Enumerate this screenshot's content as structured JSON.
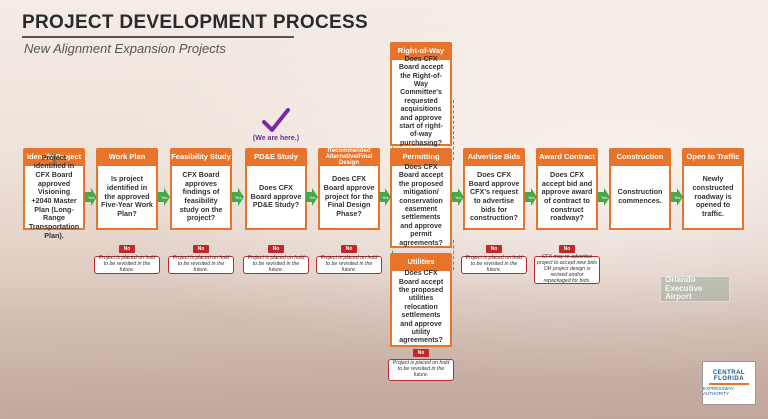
{
  "header": {
    "title": "PROJECT DEVELOPMENT PROCESS",
    "subtitle": "New Alignment Expansion Projects"
  },
  "marker": {
    "label": "(We are here.)",
    "icon": "checkmark-icon",
    "color": "#6a2a9a"
  },
  "labels": {
    "yes": "Yes",
    "no": "No"
  },
  "stages": [
    {
      "id": "identify",
      "title": "Identify Project",
      "text": "Project identified in CFX Board approved Visioning +2040 Master Plan (Long-Range Transportation Plan)."
    },
    {
      "id": "work-plan",
      "title": "Work Plan",
      "text": "Is project identified in the approved Five-Year Work Plan?",
      "hold": "Project is placed on hold to be revisited in the future."
    },
    {
      "id": "feasibility",
      "title": "Feasibility Study",
      "text": "CFX Board approves findings of feasibility study on the project?",
      "hold": "Project is placed on hold to be revisited in the future."
    },
    {
      "id": "pde",
      "title": "PD&E Study",
      "text": "Does CFX Board approve PD&E Study?",
      "hold": "Project is placed on hold to be revisited in the future."
    },
    {
      "id": "design",
      "title_line1": "Recommended",
      "title_line2": "Alternative/Final Design",
      "text": "Does CFX Board approve project for the Final Design Phase?",
      "hold": "Project is placed on hold to be revisited in the future."
    },
    {
      "id": "row",
      "title": "Right-of-Way",
      "text": "Does CFX Board accept the Right-of-Way Committee's requested acquisitions and approve start of right-of-way purchasing?"
    },
    {
      "id": "permitting",
      "title": "Permitting",
      "text": "Does CFX Board accept the proposed mitigation/ conservation easement settlements and approve permit agreements?"
    },
    {
      "id": "utilities",
      "title": "Utilities",
      "text": "Does CFX Board accept the proposed utilities relocation settlements and approve utility agreements?",
      "hold": "Project is placed on hold to be revisited in the future."
    },
    {
      "id": "advertise",
      "title": "Advertise Bids",
      "text": "Does CFX Board approve CFX's request to advertise bids for construction?",
      "hold": "Project is placed on hold to be revisited in the future."
    },
    {
      "id": "award",
      "title": "Award Contract",
      "text": "Does CFX accept bid and approve award of contract to construct roadway?",
      "hold": "CFX may re-advertise project to accept new bids OR project design is revised and/or repackaged for bids."
    },
    {
      "id": "construction",
      "title": "Construction",
      "text": "Construction commences."
    },
    {
      "id": "open",
      "title": "Open to Traffic",
      "text": "Newly constructed roadway is opened to traffic."
    }
  ],
  "background_sign": {
    "line1": "Orlando Executive",
    "line2": "Airport"
  },
  "logo": {
    "line1": "CENTRAL",
    "line2": "FLORIDA",
    "line3": "EXPRESSWAY AUTHORITY"
  },
  "colors": {
    "stage": "#e8732a",
    "yes": "#4aa64a",
    "no": "#c0282c"
  }
}
